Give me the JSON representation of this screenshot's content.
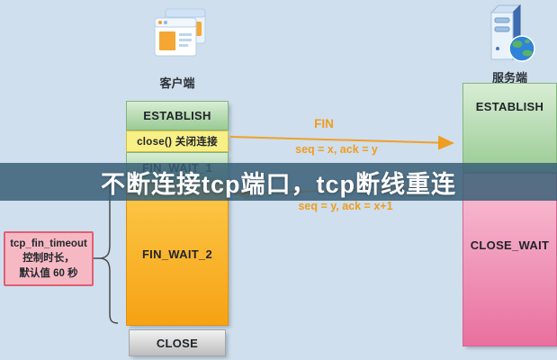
{
  "colors": {
    "background": "#cfdfed",
    "banner_bg": "#3a5f77",
    "arrow": "#ef9d20",
    "green_state": "#9acb94",
    "orange_state": "#f6a214",
    "pink_state": "#e96f9f",
    "gray_state": "#bdbdbd",
    "yellow_note": "#f8ef86",
    "annotation_pink": "#f6b9c4"
  },
  "banner": {
    "text": "不断连接tcp端口，tcp断线重连"
  },
  "client": {
    "label": "客户端",
    "states": [
      {
        "label": "ESTABLISH"
      },
      {
        "label": "close() 关闭连接"
      },
      {
        "label": "FIN_WAIT_1"
      },
      {
        "label": "FIN_WAIT_2"
      },
      {
        "label": "CLOSE"
      }
    ]
  },
  "server": {
    "label": "服务端",
    "states": [
      {
        "label": "ESTABLISH"
      },
      {
        "label": "CLOSE_WAIT"
      }
    ]
  },
  "messages": [
    {
      "title": "FIN",
      "detail": "seq = x,  ack = y"
    },
    {
      "title": "",
      "detail": "seq = y,  ack = x+1"
    }
  ],
  "annotation": {
    "line1": "tcp_fin_timeout",
    "line2": "控制时长，",
    "line3": "默认值 60 秒"
  }
}
